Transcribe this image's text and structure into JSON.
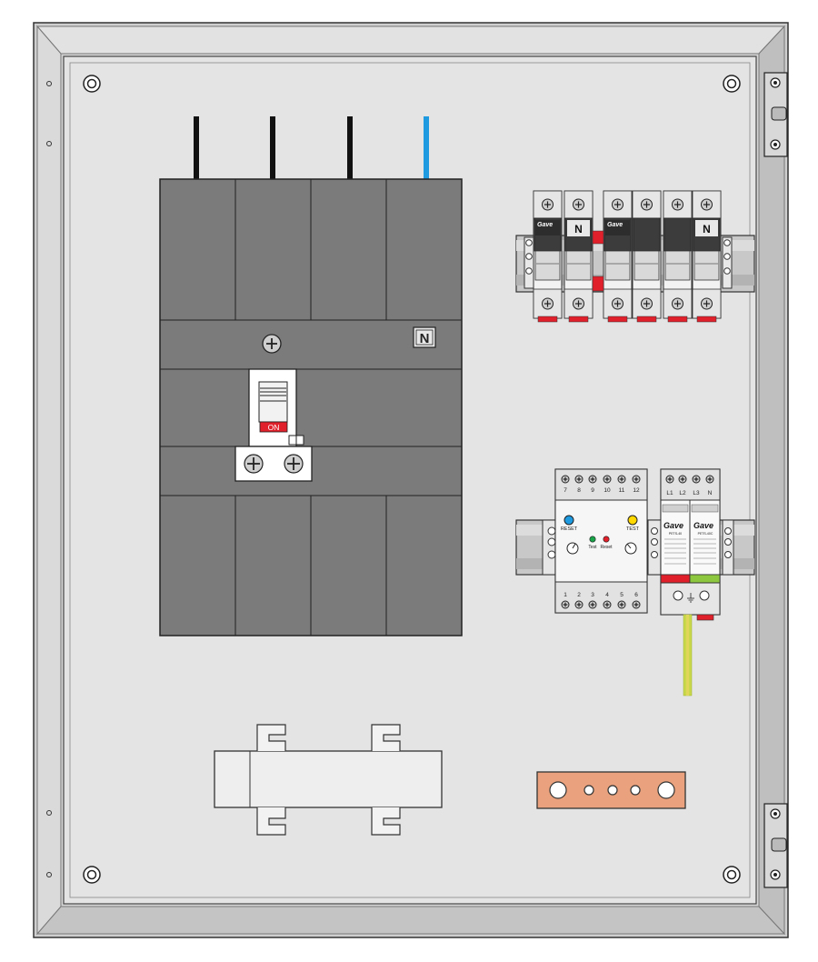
{
  "colors": {
    "frame": "#c8c8c8",
    "panel": "#e4e4e4",
    "breaker_body": "#7a7a7a",
    "cable_phase": "#111111",
    "cable_neutral": "#1e9ae0",
    "cable_earth": "#c9d84a",
    "rail": "#bdbdbd",
    "accent_red": "#e0202a",
    "accent_green": "#8dc63f",
    "copper": "#e9a27d"
  },
  "main_breaker": {
    "neutral_mark": "N",
    "switch_state": "ON"
  },
  "fuse_holders": {
    "brand": "Gave",
    "neutral_label_1": "N",
    "neutral_label_2": "N"
  },
  "relay": {
    "top_terminals": [
      "7",
      "8",
      "9",
      "10",
      "11",
      "12"
    ],
    "bottom_terminals": [
      "1",
      "2",
      "3",
      "4",
      "5",
      "6"
    ],
    "reset_label": "RESET",
    "test_label": "TEST",
    "led_test_label": "Test",
    "led_reset_label": "Reset"
  },
  "surge_protector": {
    "brand_1": "Gave",
    "brand_2": "Gave",
    "model_1": "PETS-40",
    "model_2": "PETS-40C",
    "terminal_labels": [
      "L1",
      "L2",
      "L3",
      "N"
    ]
  }
}
